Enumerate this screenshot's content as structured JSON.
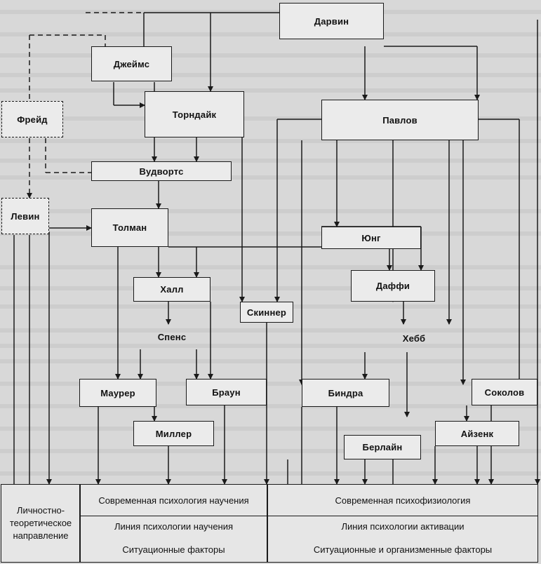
{
  "nodes": {
    "darwin": "Дарвин",
    "james": "Джеймс",
    "freud": "Фрейд",
    "thorndike": "Торндайк",
    "pavlov": "Павлов",
    "woodworth": "Вудвортс",
    "lewin": "Левин",
    "tolman": "Толман",
    "jung": "Юнг",
    "hull": "Халл",
    "duffy": "Даффи",
    "skinner": "Скиннер",
    "spence": "Спенс",
    "hebb": "Хебб",
    "mowrer": "Маурер",
    "brown": "Браун",
    "bindra": "Биндра",
    "sokolov": "Соколов",
    "miller": "Миллер",
    "berlyne": "Берлайн",
    "eysenck": "Айзенк"
  },
  "bottom": {
    "left_label": "Личностно-\nтеоретическое\nнаправление",
    "learning_modern": "Современная психология научения",
    "learning_line": "Линия психологии научения",
    "learning_factors": "Ситуационные факторы",
    "activation_modern": "Современная психофизиология",
    "activation_line": "Линия психологии активации",
    "activation_factors": "Ситуационные и организменные факторы"
  }
}
